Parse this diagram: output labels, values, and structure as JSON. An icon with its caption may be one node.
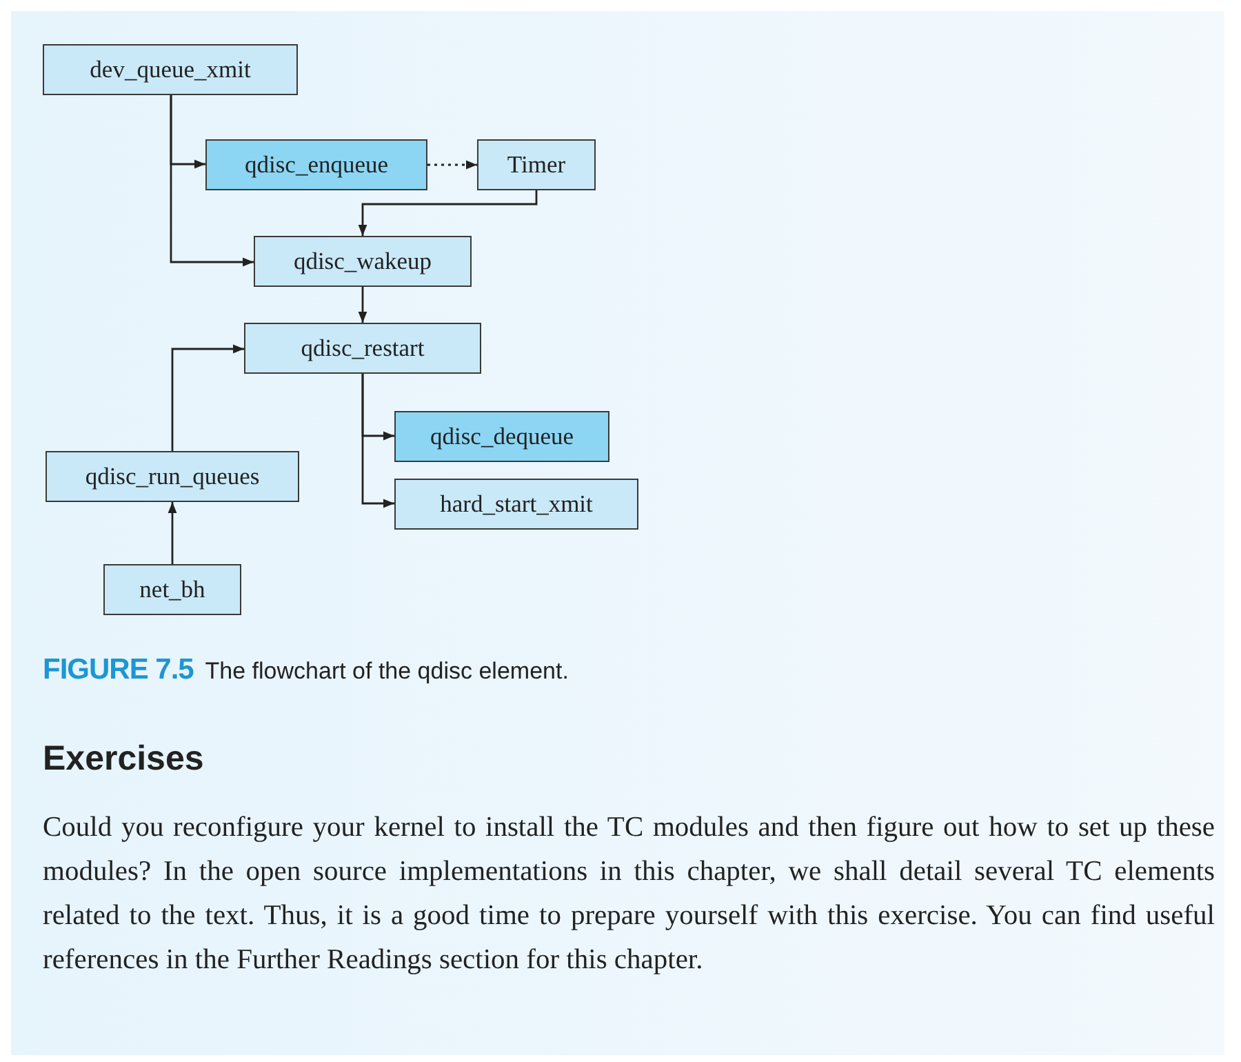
{
  "diagram": {
    "caption": "**FIGURE 7.5** The flowchart of the qdisc element.",
    "nodes": [
      {
        "text": [
          "dev_queue_xmit"
        ]
      },
      {
        "text": [
          "qdisc_enqueue"
        ]
      },
      {
        "text": [
          "Timer"
        ]
      },
      {
        "text": [
          "qdisc_wakeup"
        ]
      },
      {
        "text": [
          "qdisc_restart"
        ]
      },
      {
        "text": [
          "qdisc_dequeue"
        ]
      },
      {
        "text": [
          "hard_start_xmit"
        ]
      },
      {
        "text": [
          "qdisc_run_queues"
        ]
      },
      {
        "text": [
          "net_bh"
        ]
      }
    ],
    "edges": [
      {
        "from": 0,
        "to": 1,
        "arrow": "to"
      },
      {
        "from": 0,
        "to": 3,
        "arrow": "to"
      },
      {
        "from": 1,
        "to": 2,
        "arrow": "to",
        "style": "dashed"
      },
      {
        "from": 2,
        "to": 3,
        "arrow": "to"
      },
      {
        "from": 3,
        "to": 4,
        "arrow": "to"
      },
      {
        "from": 7,
        "to": 4,
        "arrow": "to"
      },
      {
        "from": 4,
        "to": 5,
        "arrow": "to"
      },
      {
        "from": 4,
        "to": 6,
        "arrow": "to"
      },
      {
        "from": 8,
        "to": 7,
        "arrow": "to"
      }
    ],
    "labels": [
      "Exercises",
      "Could you reconfigure your kernel to install the TC modules and then figure out how to set up these modules? In the open source implementations in this chapter, we shall detail several TC elements related to the text. Thus, it is a good time to prepare yourself with this exercise. You can find useful references in the Further Readings section for this chapter."
    ]
  }
}
